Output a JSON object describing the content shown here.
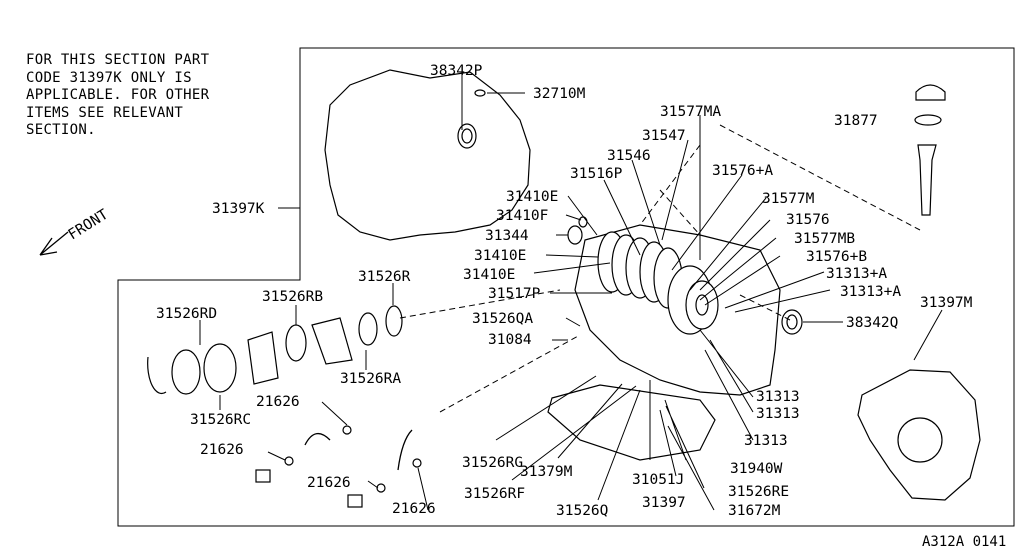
{
  "note": "FOR THIS SECTION PART\nCODE 31397K ONLY IS\nAPPLICABLE. FOR OTHER\nITEMS SEE RELEVANT\nSECTION.",
  "front_label": "FRONT",
  "footer_code": "A312A 0141",
  "labels": {
    "p38342P": "38342P",
    "p32710M": "32710M",
    "p31397K": "31397K",
    "p31577MA": "31577MA",
    "p31547": "31547",
    "p31546": "31546",
    "p31516P": "31516P",
    "p31576A": "31576+A",
    "p31877": "31877",
    "p31410E_a": "31410E",
    "p31410F": "31410F",
    "p31577M": "31577M",
    "p31344": "31344",
    "p31576": "31576",
    "p31410E_b": "31410E",
    "p31577MB": "31577MB",
    "p31410E_c": "31410E",
    "p31576B": "31576+B",
    "p31313A_a": "31313+A",
    "p31526R": "31526R",
    "p31517P": "31517P",
    "p31313A_b": "31313+A",
    "p31397M": "31397M",
    "p31526RB": "31526RB",
    "p31526RD": "31526RD",
    "p31526QA": "31526QA",
    "p38342Q": "38342Q",
    "p31084": "31084",
    "p31526RA": "31526RA",
    "p31313_a": "31313",
    "p21626_a": "21626",
    "p31313_b": "31313",
    "p31526RC": "31526RC",
    "p31313_c": "31313",
    "p21626_b": "21626",
    "p31526RG": "31526RG",
    "p31379M": "31379M",
    "p31940W": "31940W",
    "p31051J": "31051J",
    "p21626_c": "21626",
    "p31526RF": "31526RF",
    "p31526RE": "31526RE",
    "p31397": "31397",
    "p21626_d": "21626",
    "p31526Q": "31526Q",
    "p31672M": "31672M"
  }
}
